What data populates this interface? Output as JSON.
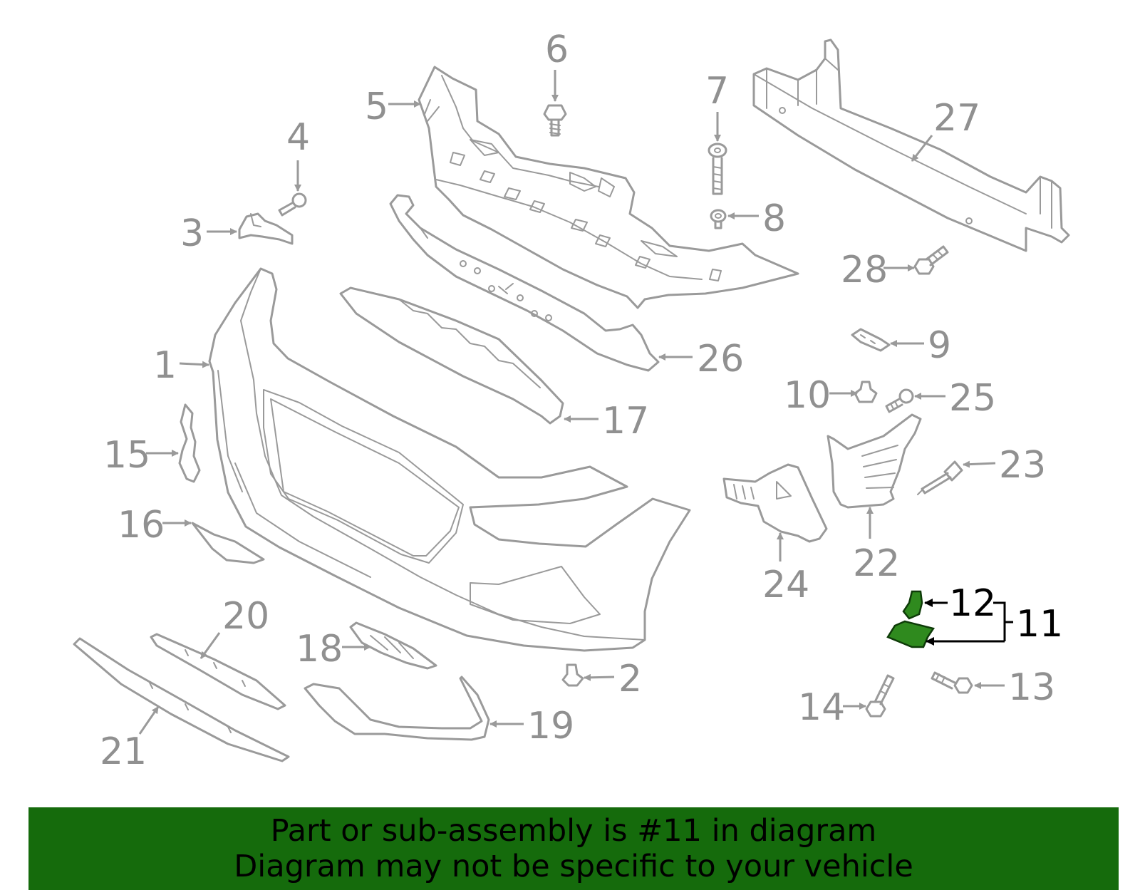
{
  "diagram": {
    "labels": {
      "p1": "1",
      "p2": "2",
      "p3": "3",
      "p4": "4",
      "p5": "5",
      "p6": "6",
      "p7": "7",
      "p8": "8",
      "p9": "9",
      "p10": "10",
      "p11": "11",
      "p12": "12",
      "p13": "13",
      "p14": "14",
      "p15": "15",
      "p16": "16",
      "p17": "17",
      "p18": "18",
      "p19": "19",
      "p20": "20",
      "p21": "21",
      "p22": "22",
      "p23": "23",
      "p24": "24",
      "p25": "25",
      "p26": "26",
      "p27": "27",
      "p28": "28"
    },
    "highlighted_part": "11",
    "colors": {
      "line": "#9a9a9a",
      "highlight": "#2f8a1e",
      "banner": "#156b0c"
    }
  },
  "footer": {
    "line1": "Part or sub-assembly is #11 in diagram",
    "line2": "Diagram may not be specific to your vehicle"
  }
}
